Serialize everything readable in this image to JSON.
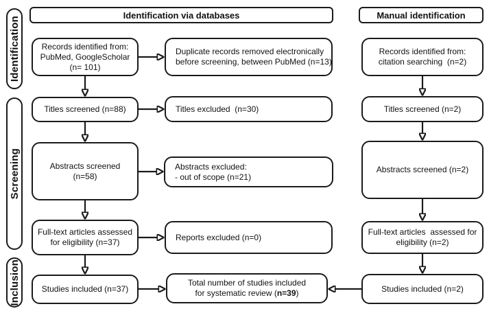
{
  "colors": {
    "line": "#1a1a1a",
    "text": "#111111",
    "background": "#ffffff"
  },
  "sidebar": {
    "identification_label": "Identification",
    "screening_label": "Screening",
    "inclusion_label": "Inclusion"
  },
  "headers": {
    "databases_title": "Identification via databases",
    "manual_title": "Manual identification"
  },
  "databases_column": {
    "records_identified": "Records identified from:\nPubMed, GoogleScholar\n(n= 101)",
    "titles_screened": "Titles screened (n=88)",
    "abstracts_screened": "Abstracts screened\n(n=58)",
    "fulltext_assessed": "Full-text articles assessed\nfor eligibility (n=37)",
    "studies_included": "Studies included (n=37)"
  },
  "exclusion_column": {
    "duplicates_removed": "Duplicate records removed electronically\nbefore screening, between PubMed (n=13)",
    "titles_excluded": "Titles excluded  (n=30)",
    "abstracts_excluded": "Abstracts excluded:\n- out of scope (n=21)",
    "reports_excluded": "Reports excluded (n=0)"
  },
  "total_box": {
    "text_before": "Total number of studies included\nfor systematic review (",
    "bold_value": "n=39",
    "text_after": ")"
  },
  "manual_column": {
    "records_identified": "Records identified from:\ncitation searching  (n=2)",
    "titles_screened": "Titles screened (n=2)",
    "abstracts_screened": "Abstracts screened (n=2)",
    "fulltext_assessed": "Full-text articles  assessed for\neligibility (n=2)",
    "studies_included": "Studies included (n=2)"
  }
}
